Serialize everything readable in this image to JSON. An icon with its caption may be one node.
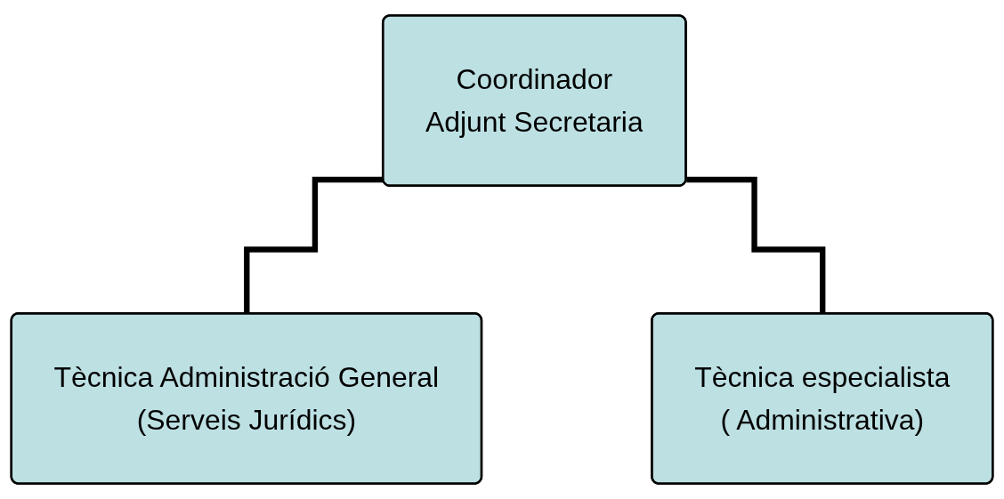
{
  "diagram": {
    "nodes": [
      {
        "text": [
          "Coordinador",
          "Adjunt Secretaria"
        ]
      },
      {
        "text": [
          "Tècnica Administració General",
          "(Serveis Jurídics)"
        ]
      },
      {
        "text": [
          "Tècnica especialista",
          "( Administrativa)"
        ]
      }
    ],
    "edges": [
      {
        "from": 0,
        "to": 1,
        "arrow": "none"
      },
      {
        "from": 0,
        "to": 2,
        "arrow": "none"
      }
    ]
  }
}
